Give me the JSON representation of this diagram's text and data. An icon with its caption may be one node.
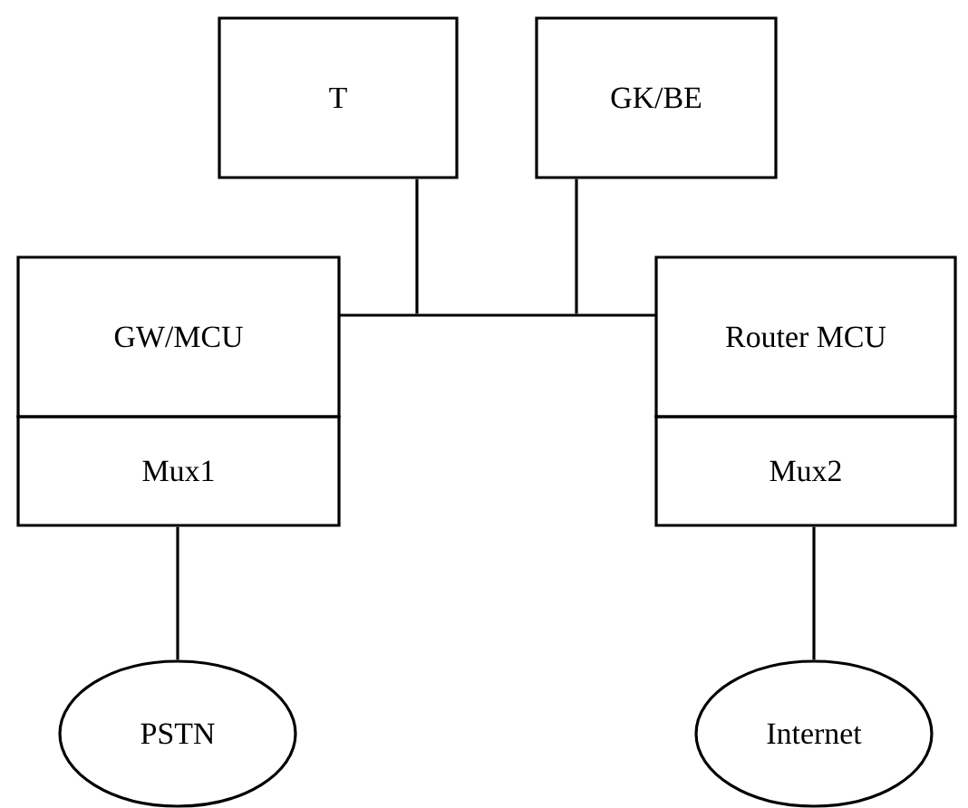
{
  "diagram": {
    "nodes": [
      {
        "text": [
          "T"
        ]
      },
      {
        "text": [
          "GK/BE"
        ]
      },
      {
        "text": [
          "GW/MCU"
        ]
      },
      {
        "text": [
          "Mux1"
        ]
      },
      {
        "text": [
          "Router MCU"
        ]
      },
      {
        "text": [
          "Mux2"
        ]
      },
      {
        "text": [],
        "shape": "bar"
      },
      {
        "text": [
          "PSTN"
        ]
      },
      {
        "text": [
          "Internet"
        ]
      }
    ],
    "edges": [
      {
        "from": 0,
        "to": 6,
        "arrow": "none"
      },
      {
        "from": 1,
        "to": 6,
        "arrow": "none"
      },
      {
        "from": 3,
        "to": 7,
        "arrow": "none"
      },
      {
        "from": 5,
        "to": 8,
        "arrow": "none"
      }
    ]
  }
}
